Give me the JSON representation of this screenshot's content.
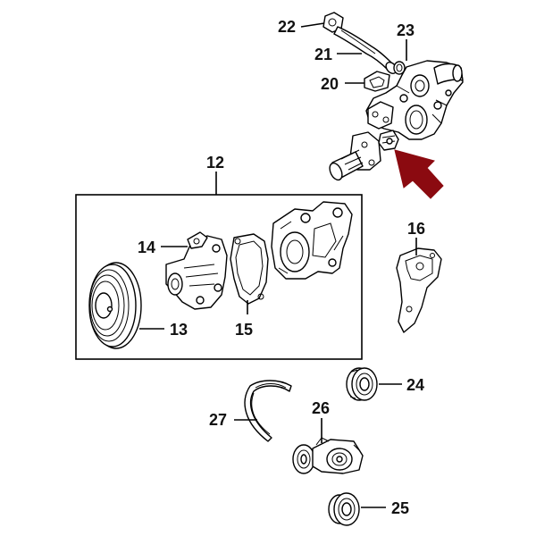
{
  "callouts": {
    "c12": "12",
    "c13": "13",
    "c14": "14",
    "c15": "15",
    "c16": "16",
    "c20": "20",
    "c21": "21",
    "c22": "22",
    "c23": "23",
    "c24": "24",
    "c25": "25",
    "c26": "26",
    "c27": "27"
  },
  "colors": {
    "line": "#000000",
    "background": "#ffffff",
    "arrow": "#8b0a10"
  }
}
